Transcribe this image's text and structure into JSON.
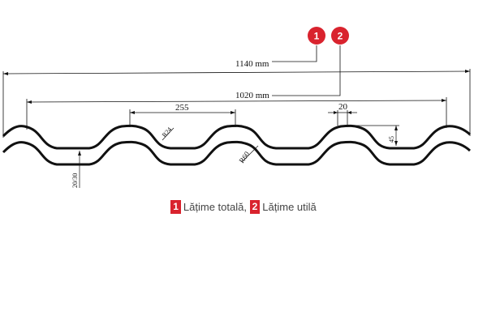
{
  "colors": {
    "accent": "#d9232e",
    "line": "#111111"
  },
  "badges": [
    "1",
    "2"
  ],
  "dimensions": {
    "total_width": "1140 mm",
    "useful_width": "1020 mm",
    "pitch": "255",
    "crest": "20",
    "height": "45",
    "radius_small": "R24",
    "radius_large": "R60",
    "thickness": "20/30"
  },
  "legend": {
    "item1_num": "1",
    "item1_label": "Lățime totală,",
    "item2_num": "2",
    "item2_label": "Lățime utilă"
  }
}
